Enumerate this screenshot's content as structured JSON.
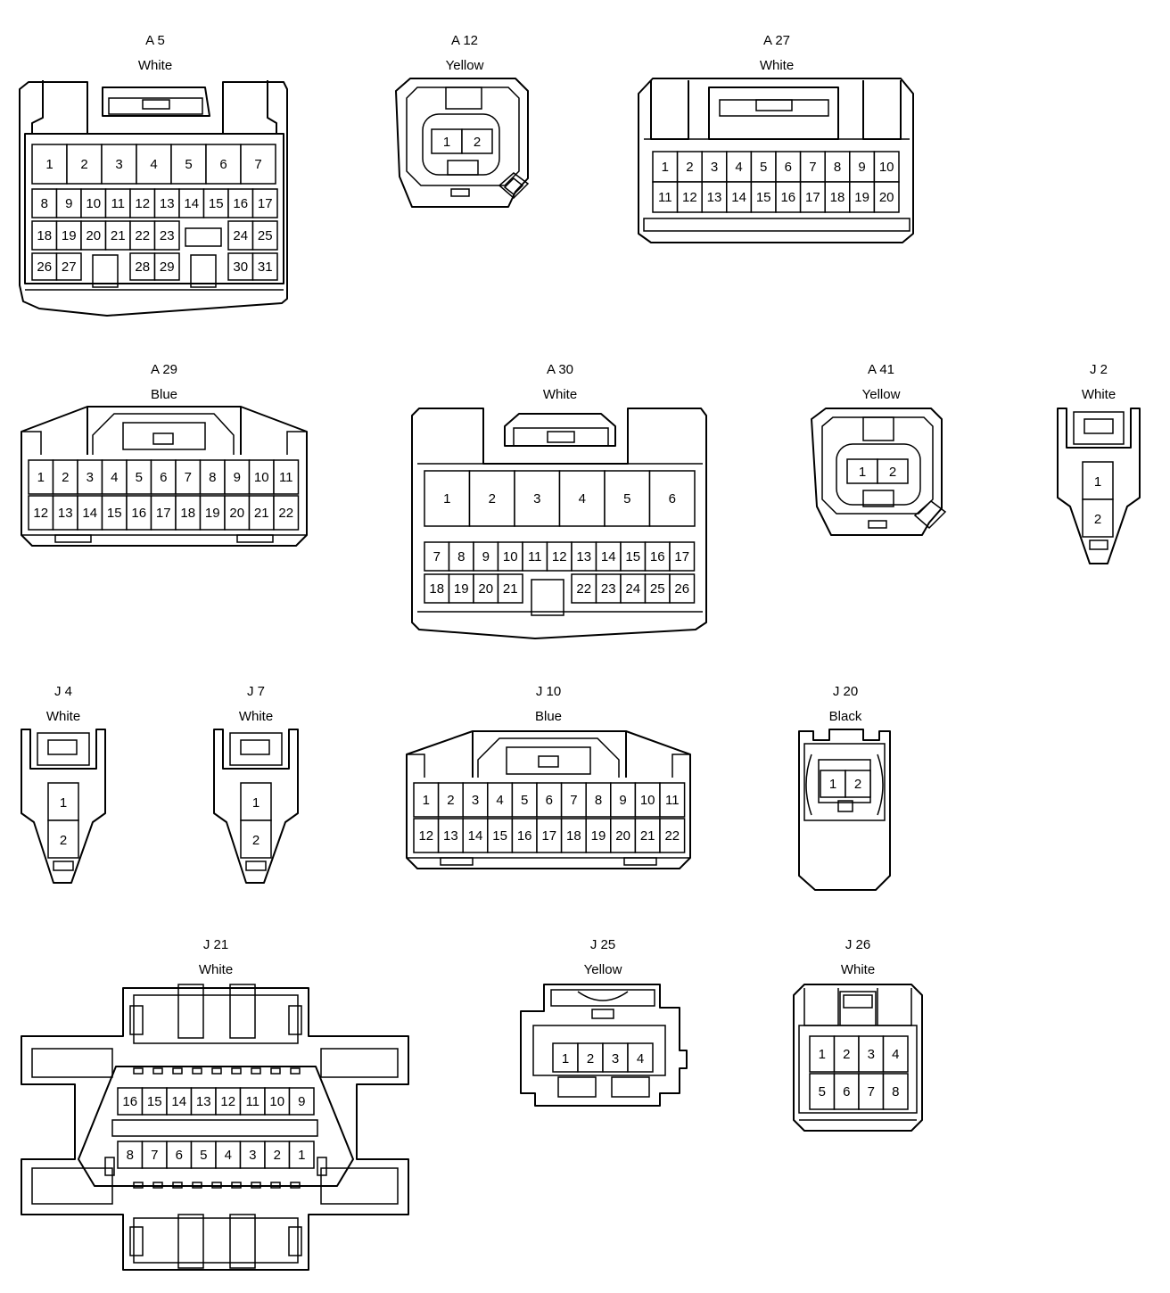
{
  "connectors": [
    {
      "id": "A 5",
      "color": "White"
    },
    {
      "id": "A 12",
      "color": "Yellow"
    },
    {
      "id": "A 27",
      "color": "White"
    },
    {
      "id": "A 29",
      "color": "Blue"
    },
    {
      "id": "A 30",
      "color": "White"
    },
    {
      "id": "A 41",
      "color": "Yellow"
    },
    {
      "id": "J 2",
      "color": "White"
    },
    {
      "id": "J 4",
      "color": "White"
    },
    {
      "id": "J 7",
      "color": "White"
    },
    {
      "id": "J 10",
      "color": "Blue"
    },
    {
      "id": "J 20",
      "color": "Black"
    },
    {
      "id": "J 21",
      "color": "White"
    },
    {
      "id": "J 25",
      "color": "Yellow"
    },
    {
      "id": "J 26",
      "color": "White"
    }
  ]
}
